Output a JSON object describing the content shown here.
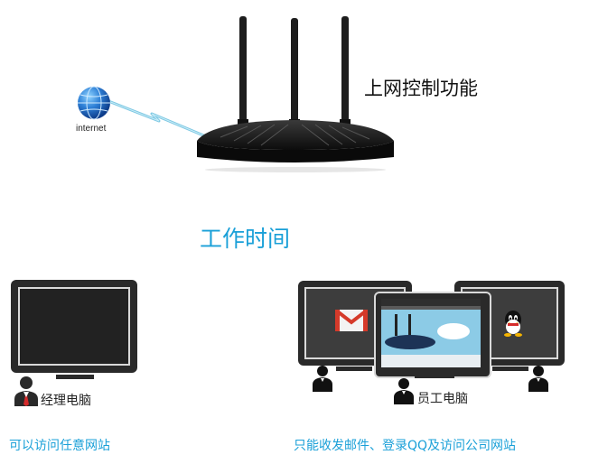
{
  "router": {
    "title": "上网控制功能"
  },
  "internet": {
    "label": "internet"
  },
  "schedule": {
    "label": "工作时间"
  },
  "manager": {
    "label": "经理电脑",
    "access": "可以访问任意网站"
  },
  "staff": {
    "label": "员工电脑",
    "access": "只能收发邮件、登录QQ及访问公司网站"
  },
  "colors": {
    "accent": "#1aa0d8",
    "device": "#1b1b1b",
    "screen": "#3d3d3d",
    "link": "#7ec8e3"
  },
  "icons": [
    "globe-icon",
    "wireless-link-icon",
    "router-icon",
    "manager-person-icon",
    "staff-person-icon",
    "mail-icon",
    "qq-icon",
    "monitor-icon"
  ]
}
